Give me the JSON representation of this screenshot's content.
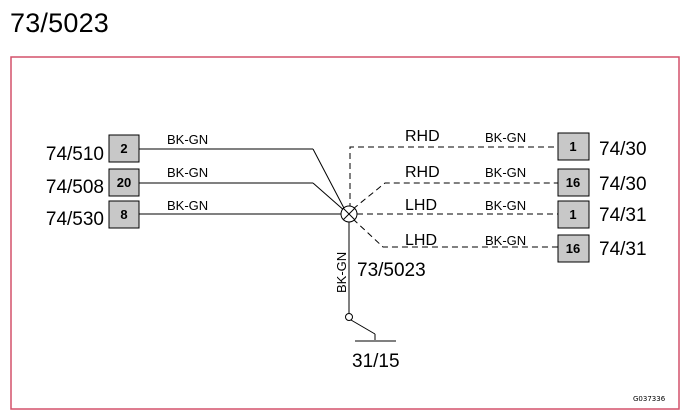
{
  "title": "73/5023",
  "frame_color": "#d4506a",
  "left_connectors": [
    {
      "name": "74/510",
      "pin": "2",
      "wire": "BK-GN"
    },
    {
      "name": "74/508",
      "pin": "20",
      "wire": "BK-GN"
    },
    {
      "name": "74/530",
      "pin": "8",
      "wire": "BK-GN"
    }
  ],
  "right_connectors": [
    {
      "name": "74/30",
      "pin": "1",
      "wire": "BK-GN",
      "side": "RHD"
    },
    {
      "name": "74/30",
      "pin": "16",
      "wire": "BK-GN",
      "side": "RHD"
    },
    {
      "name": "74/31",
      "pin": "1",
      "wire": "BK-GN",
      "side": "LHD"
    },
    {
      "name": "74/31",
      "pin": "16",
      "wire": "BK-GN",
      "side": "LHD"
    }
  ],
  "splice_label": "73/5023",
  "vertical_wire": "BK-GN",
  "ground_label": "31/15",
  "figure_code": "G037336"
}
